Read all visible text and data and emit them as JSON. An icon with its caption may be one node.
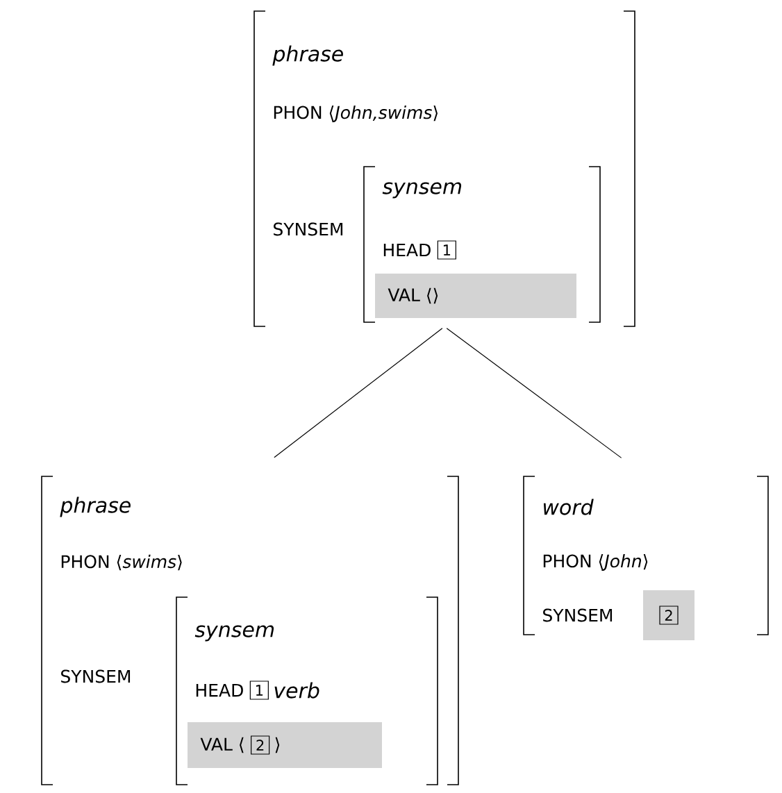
{
  "diagram": {
    "nodes": [
      {
        "text": [
          "phrase",
          "PHON ⟨*John,swims*⟩",
          "SYNSEM"
        ]
      },
      {
        "text": [
          "synsem",
          "HEAD"
        ],
        "in": 0
      },
      {
        "text": [
          "1"
        ],
        "in": 1
      },
      {
        "text": [
          "VAL ⟨⟩"
        ],
        "in": 1
      },
      {
        "text": [
          "phrase",
          "PHON ⟨*swims*⟩",
          "SYNSEM"
        ]
      },
      {
        "text": [
          "synsem",
          "HEAD",
          "verb"
        ],
        "in": 4
      },
      {
        "text": [
          "1"
        ],
        "in": 5
      },
      {
        "text": [
          "VAL ⟨",
          "⟩"
        ],
        "in": 5
      },
      {
        "text": [
          "2"
        ],
        "in": 7
      },
      {
        "text": [
          "word",
          "PHON ⟨*John*⟩",
          "SYNSEM"
        ]
      },
      {
        "text": [],
        "shape": "box",
        "in": 9
      },
      {
        "text": [
          "2"
        ],
        "in": 10
      }
    ],
    "edges": [
      {
        "from": 0,
        "to": 4,
        "arrow": "none"
      },
      {
        "from": 0,
        "to": 9,
        "arrow": "none"
      }
    ]
  }
}
